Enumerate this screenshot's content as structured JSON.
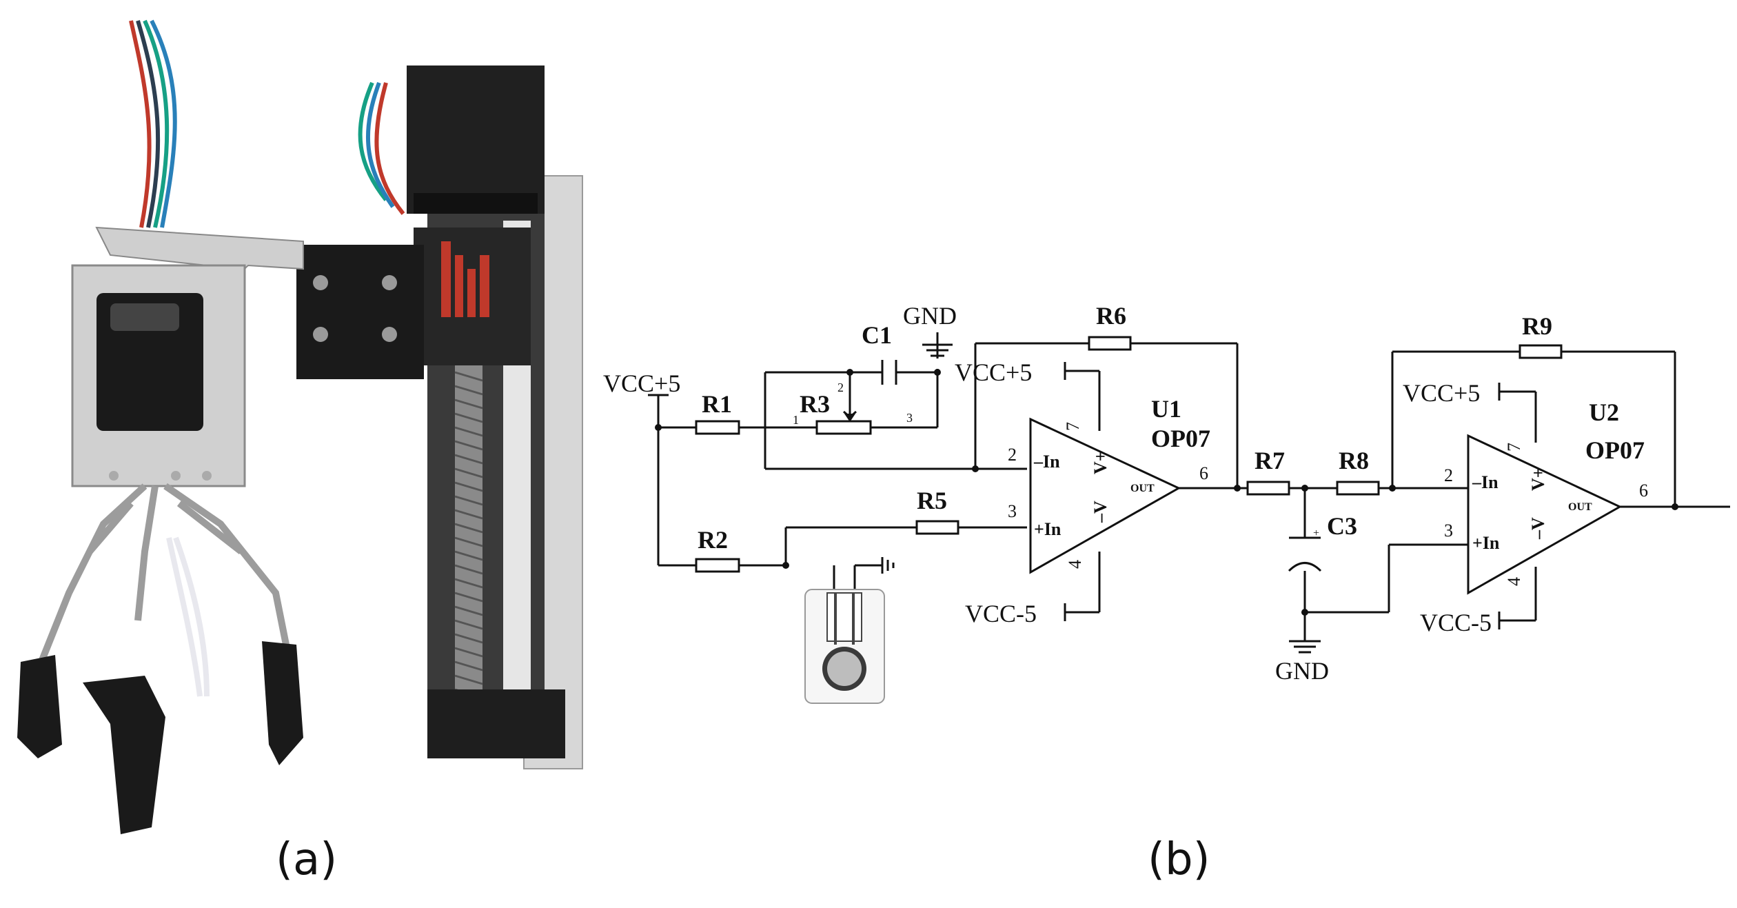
{
  "panels": {
    "a_caption": "(a)",
    "b_caption": "(b)"
  },
  "schematic": {
    "supply_pos": "VCC+5",
    "supply_neg": "VCC-5",
    "gnd": "GND",
    "components": {
      "r1": "R1",
      "r2": "R2",
      "r3": "R3",
      "r5": "R5",
      "r6": "R6",
      "r7": "R7",
      "r8": "R8",
      "r9": "R9",
      "c1": "C1",
      "c3": "C3"
    },
    "u1": {
      "ref": "U1",
      "part": "OP07"
    },
    "u2": {
      "ref": "U2",
      "part": "OP07"
    },
    "opamp_pins": {
      "in_neg": "–In",
      "in_pos": "+In",
      "v_pos": "V+",
      "v_neg": "–V",
      "out": "OUT"
    },
    "pin_numbers": {
      "p1": "1",
      "p2": "2",
      "p3": "3",
      "p4": "4",
      "p6": "6",
      "p7": "7"
    }
  }
}
